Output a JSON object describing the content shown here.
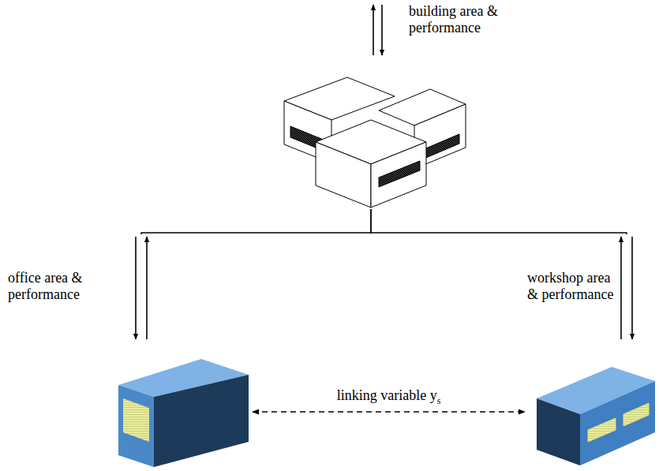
{
  "diagram": {
    "nodes": [
      {
        "text": [
          "building area & performance"
        ]
      },
      {
        "text": [
          "office area & performance"
        ]
      },
      {
        "text": [
          "workshop area & performance"
        ]
      }
    ],
    "edges": [
      {
        "from": 0,
        "to": 1,
        "arrow": "none"
      },
      {
        "from": 0,
        "to": 2,
        "arrow": "none"
      },
      {
        "from": 1,
        "to": 2,
        "label": "linking variable ys",
        "arrow": "both"
      }
    ]
  }
}
